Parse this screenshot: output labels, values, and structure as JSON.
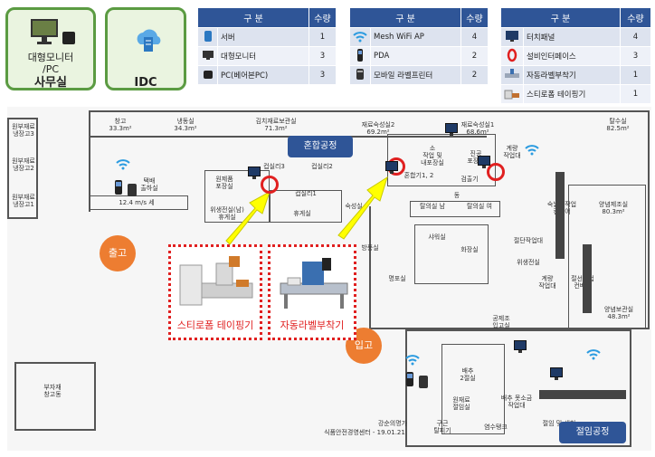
{
  "cards": [
    {
      "line1": "대형모니터",
      "line2": "/PC",
      "title": "사무실"
    },
    {
      "title": "IDC"
    }
  ],
  "table1": {
    "headers": [
      "구 분",
      "수량"
    ],
    "rows": [
      {
        "icon": "server-icon",
        "name": "서버",
        "qty": "1"
      },
      {
        "icon": "large-monitor-icon",
        "name": "대형모니터",
        "qty": "3"
      },
      {
        "icon": "barebone-pc-icon",
        "name": "PC(베어본PC)",
        "qty": "3"
      }
    ]
  },
  "table2": {
    "headers": [
      "구 분",
      "수량"
    ],
    "rows": [
      {
        "icon": "wifi-icon",
        "name": "Mesh WiFi AP",
        "qty": "4"
      },
      {
        "icon": "pda-icon",
        "name": "PDA",
        "qty": "2"
      },
      {
        "icon": "label-printer-icon",
        "name": "모바일 라벨프린터",
        "qty": "2"
      }
    ]
  },
  "table3": {
    "headers": [
      "구 분",
      "수량"
    ],
    "rows": [
      {
        "icon": "touch-panel-icon",
        "name": "터치패널",
        "qty": "4"
      },
      {
        "icon": "red-ring-icon",
        "name": "설비인터페이스",
        "qty": "3"
      },
      {
        "icon": "auto-labeler-icon",
        "name": "자동라벨부착기",
        "qty": "1"
      },
      {
        "icon": "tape-machine-icon",
        "name": "스티로폼 테이핑기",
        "qty": "1"
      }
    ]
  },
  "plan": {
    "rooms": [
      {
        "text": "원부재료\n냉장고3"
      },
      {
        "text": "원부재료\n냉장고2"
      },
      {
        "text": "원부재료\n냉장고1"
      },
      {
        "text": "창고\n33.3m²"
      },
      {
        "text": "냉동실\n34.3m²"
      },
      {
        "text": "김치재료보관실\n71.3m²"
      },
      {
        "text": "재료숙성실2\n69.2m²"
      },
      {
        "text": "재료숙성실1\n68.6m²"
      },
      {
        "text": "탈수실\n82.5m²"
      },
      {
        "text": "택배\n출하실"
      },
      {
        "text": "원제품\n포장실"
      },
      {
        "text": "컵실리3"
      },
      {
        "text": "컵실리2"
      },
      {
        "text": "컵실리1"
      },
      {
        "text": "위생전실(남)\n휴게실"
      },
      {
        "text": "휴게실"
      },
      {
        "text": "숙성실"
      },
      {
        "text": "소\n작업 및\n내포장실"
      },
      {
        "text": "진공\n포장실"
      },
      {
        "text": "계량\n작업대"
      },
      {
        "text": "혼합기1, 2"
      },
      {
        "text": "검출기"
      },
      {
        "text": "탈의실 남"
      },
      {
        "text": "탈의실 여"
      },
      {
        "text": "동"
      },
      {
        "text": "샤워실"
      },
      {
        "text": "화장실"
      },
      {
        "text": "방풍실"
      },
      {
        "text": "명포실"
      },
      {
        "text": "위생전실"
      },
      {
        "text": "절단작업대"
      },
      {
        "text": "숙날기작업\n컨베어"
      },
      {
        "text": "양념제조실\n80.3m²"
      },
      {
        "text": "계량\n작업대"
      },
      {
        "text": "절선작업\n컨베어"
      },
      {
        "text": "양념보관실\n48.3m²"
      },
      {
        "text": "공제조\n입고실"
      },
      {
        "text": "배추\n2절실"
      },
      {
        "text": "원재료\n절임실"
      },
      {
        "text": "배추 못소금\n작업대"
      },
      {
        "text": "구근\n탈피기"
      },
      {
        "text": "염수탱크"
      },
      {
        "text": "절임 및 세척"
      },
      {
        "text": "부자재\n창고동"
      },
      {
        "text": "강순의명가"
      },
      {
        "text": "식품안전경영센터 - 19.01.21"
      },
      {
        "text": "12.4 m/s 세"
      }
    ],
    "zones": {
      "mix": "혼합공정",
      "pickle": "절임공정"
    },
    "badges": {
      "out": "출고",
      "in": "입고"
    },
    "machines": {
      "tape": "스티로폼 테이핑기",
      "label": "자동라벨부착기"
    }
  },
  "colors": {
    "blue": "#2f5597",
    "green": "#5b9b42",
    "orange": "#ed7d31",
    "red": "#e02020",
    "yellow": "#ffff00"
  }
}
